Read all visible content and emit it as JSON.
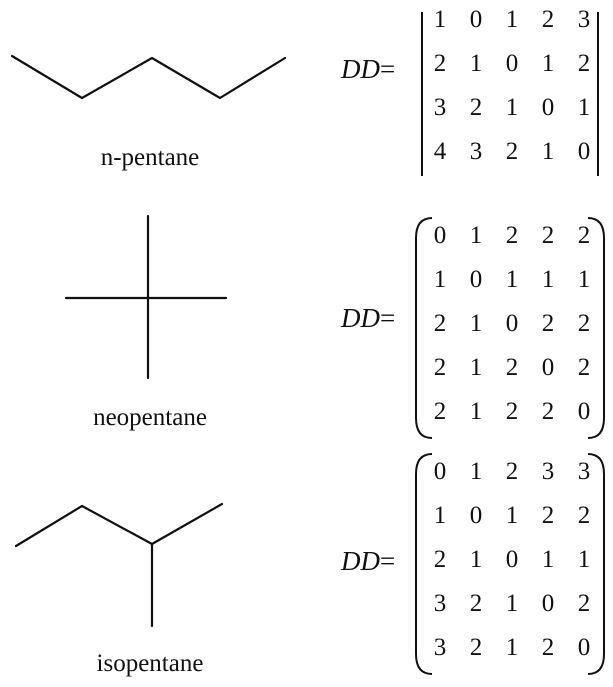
{
  "molecules": [
    {
      "id": "n-pentane",
      "label": "n-pentane",
      "lhs": "DD",
      "eq": "=",
      "matrix": [
        [
          1,
          0,
          1,
          2,
          3
        ],
        [
          2,
          1,
          0,
          1,
          2
        ],
        [
          3,
          2,
          1,
          0,
          1
        ],
        [
          4,
          3,
          2,
          1,
          0
        ]
      ]
    },
    {
      "id": "neopentane",
      "label": "neopentane",
      "lhs": "DD",
      "eq": "=",
      "matrix": [
        [
          0,
          1,
          2,
          2,
          2
        ],
        [
          1,
          0,
          1,
          1,
          1
        ],
        [
          2,
          1,
          0,
          2,
          2
        ],
        [
          2,
          1,
          2,
          0,
          2
        ],
        [
          2,
          1,
          2,
          2,
          0
        ]
      ]
    },
    {
      "id": "isopentane",
      "label": "isopentane",
      "lhs": "DD",
      "eq": "=",
      "matrix": [
        [
          0,
          1,
          2,
          3,
          3
        ],
        [
          1,
          0,
          1,
          2,
          2
        ],
        [
          2,
          1,
          0,
          1,
          1
        ],
        [
          3,
          2,
          1,
          0,
          2
        ],
        [
          3,
          2,
          1,
          2,
          0
        ]
      ]
    }
  ]
}
